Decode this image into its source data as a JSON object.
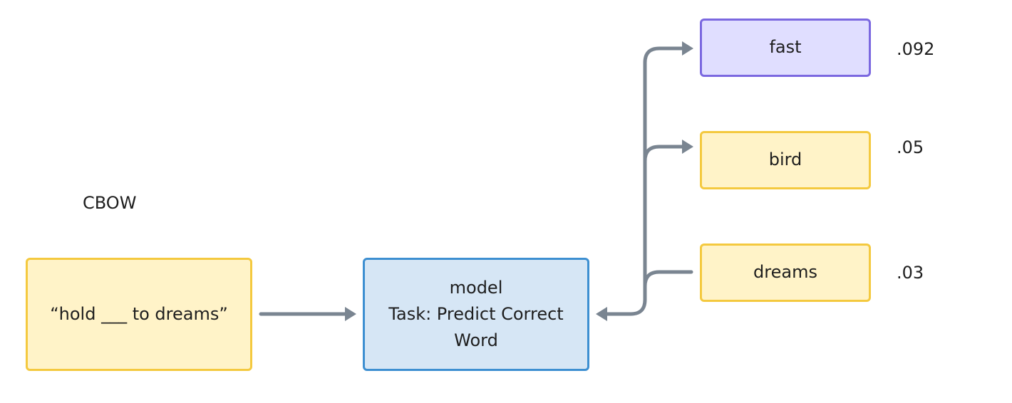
{
  "diagram": {
    "title": "CBOW",
    "input": {
      "text": "“hold ___ to dreams”"
    },
    "model": {
      "line1": "model",
      "line2": "Task: Predict Correct",
      "line3": "Word"
    },
    "candidates": [
      {
        "word": "fast",
        "prob": ".092",
        "highlight": true
      },
      {
        "word": "bird",
        "prob": ".05",
        "highlight": false
      },
      {
        "word": "dreams",
        "prob": ".03",
        "highlight": false
      }
    ],
    "colors": {
      "yellow_fill": "#fff3c8",
      "yellow_border": "#f4c93f",
      "blue_fill": "#d6e6f5",
      "blue_border": "#3d8fd1",
      "purple_fill": "#e0deff",
      "purple_border": "#7b68e0",
      "arrow": "#7a8591"
    }
  }
}
